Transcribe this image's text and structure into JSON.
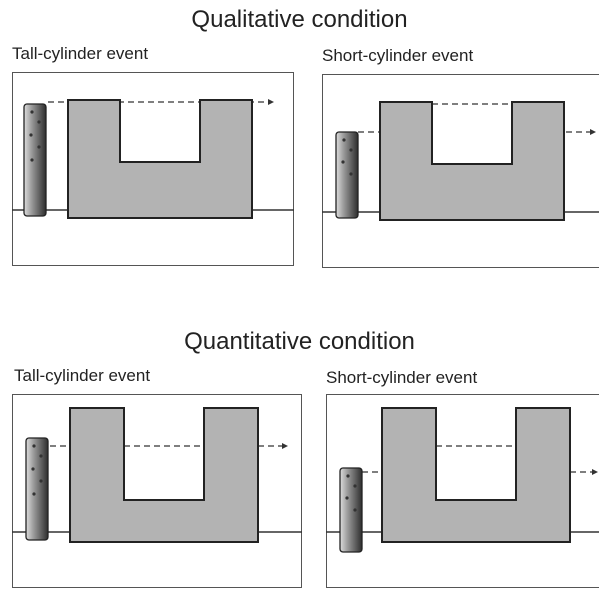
{
  "sections": [
    {
      "title": "Qualitative condition",
      "panels": [
        {
          "label": "Tall-cylinder event",
          "cylinder": "tall"
        },
        {
          "label": "Short-cylinder event",
          "cylinder": "short"
        }
      ]
    },
    {
      "title": "Quantitative condition",
      "panels": [
        {
          "label": "Tall-cylinder event",
          "cylinder": "tall"
        },
        {
          "label": "Short-cylinder event",
          "cylinder": "short"
        }
      ]
    }
  ],
  "colors": {
    "screen_fill": "#b3b3b3",
    "outline": "#222222",
    "cylinder_light": "#dddddd",
    "cylinder_dark": "#333333"
  }
}
